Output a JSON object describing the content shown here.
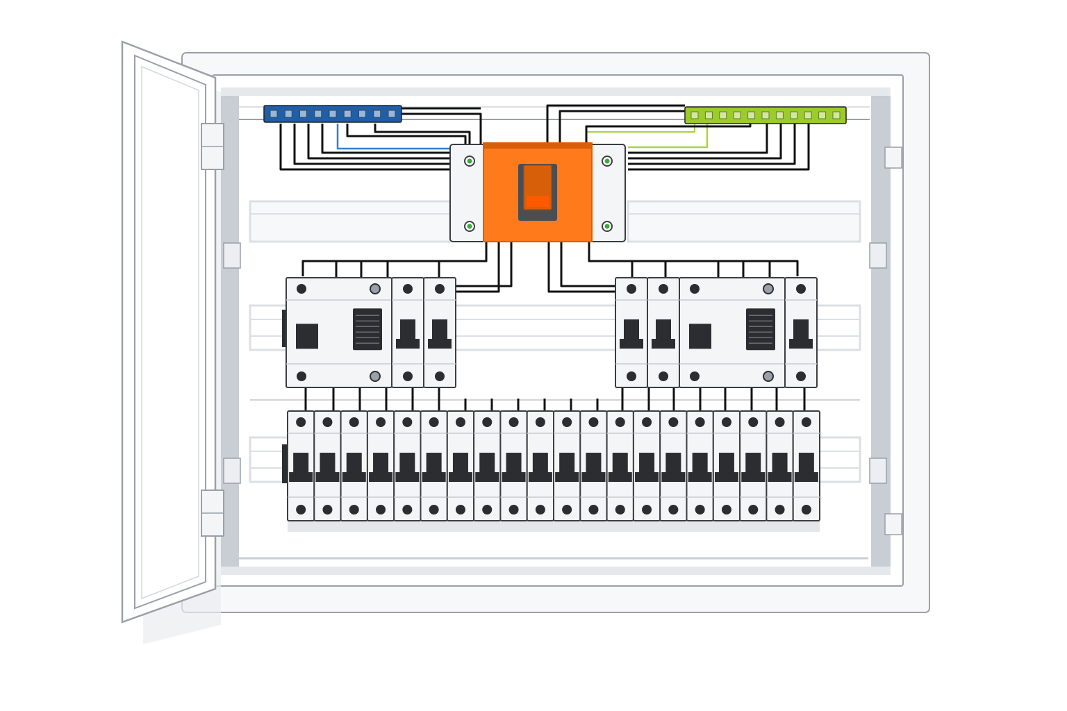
{
  "diagram": {
    "subject": "consumer-unit",
    "colors": {
      "background": "#ffffff",
      "enclosure_fill": "#f7f8fa",
      "enclosure_stroke": "#9aa0a8",
      "inner_wall": "#c9ced4",
      "din_rail": "#dcdfe3",
      "neutral_bar": "#1f5fa8",
      "earth_bar": "#9ccc2a",
      "main_switch": "#ff7a1a",
      "main_switch_dark": "#d85f0a",
      "module_fill": "#f4f5f6",
      "module_stroke": "#3a3d42",
      "toggle": "#2b2d31",
      "terminal": "#2b2d31",
      "wire": "#111111",
      "wire_blue": "#2f7fd0",
      "wire_green": "#a7d43a",
      "led": "#3aaa3a"
    },
    "neutral_bar": {
      "terminals": 9
    },
    "earth_bar": {
      "terminals": 11
    },
    "main_switch": {
      "label": ""
    },
    "left_group": [
      "rcd",
      "mcb",
      "mcb"
    ],
    "right_group": [
      "mcb",
      "mcb",
      "rcd",
      "mcb"
    ],
    "bottom_row": {
      "breakers": 20
    }
  }
}
